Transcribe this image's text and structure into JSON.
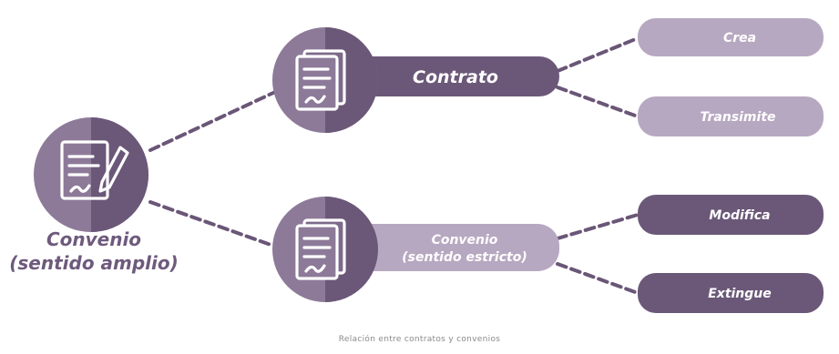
{
  "root": {
    "label_line1": "Convenio",
    "label_line2": "(sentido amplio)",
    "icon": "signed-document-with-pen-icon"
  },
  "branches": [
    {
      "label": "Contrato",
      "icon": "stacked-documents-icon",
      "children": [
        "Crea",
        "Transimite"
      ]
    },
    {
      "label_line1": "Convenio",
      "label_line2": "(sentido estricto)",
      "icon": "stacked-documents-icon",
      "children": [
        "Modifica",
        "Extingue"
      ]
    }
  ],
  "caption": "Relación entre contratos y convenios",
  "colors": {
    "dark_purple": "#6b5878",
    "mid_purple": "#8d7a99",
    "light_purple": "#b7a8c1",
    "connector": "#6a5677",
    "root_text": "#6e5a7d"
  }
}
